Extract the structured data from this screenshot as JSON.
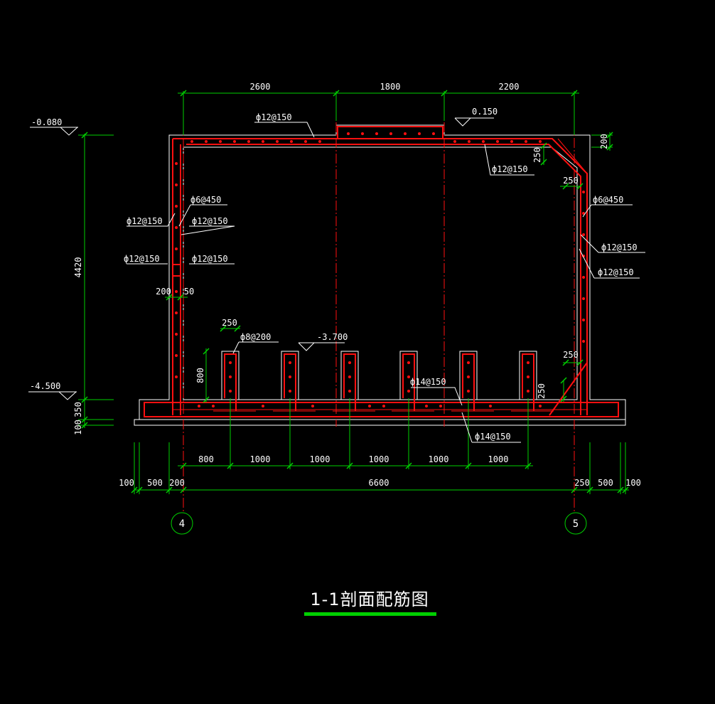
{
  "drawing": {
    "title": "1-1剖面配筋图",
    "colors": {
      "background": "#000000",
      "dimension": "#00d000",
      "rebar": "#ff1010",
      "outline": "#ffffff"
    }
  },
  "dimensions": {
    "top": [
      "2600",
      "1800",
      "2200"
    ],
    "bottom_spans": [
      "800",
      "1000",
      "1000",
      "1000",
      "1000",
      "1000"
    ],
    "bottom_overall": [
      "100",
      "500",
      "200",
      "6600",
      "250",
      "500",
      "100"
    ],
    "left_vertical": [
      "4420",
      "350",
      "100"
    ],
    "right_top": "200",
    "right_corner_v": "250",
    "right_corner_h": "250",
    "right_bottom_h": "250",
    "right_bottom_v": "250",
    "left_wall": [
      "200",
      "50"
    ],
    "rib_width": "250",
    "rib_height": "800"
  },
  "elevations": [
    "-0.080",
    "0.150",
    "-3.700",
    "-4.500"
  ],
  "rebar_labels": {
    "top_slab_outer": "ф12@150",
    "top_slab_inner": "ф12@150",
    "left_tie": "ф6@450",
    "left_1": "ф12@150",
    "left_2": "ф12@150",
    "left_3": "ф12@150",
    "left_4": "ф12@150",
    "right_tie": "ф6@450",
    "right_1": "ф12@150",
    "right_2": "ф12@150",
    "rib_stirrup": "ф8@200",
    "bottom_inner": "ф14@150",
    "bottom_outer": "ф14@150"
  },
  "axes": [
    "4",
    "5"
  ]
}
